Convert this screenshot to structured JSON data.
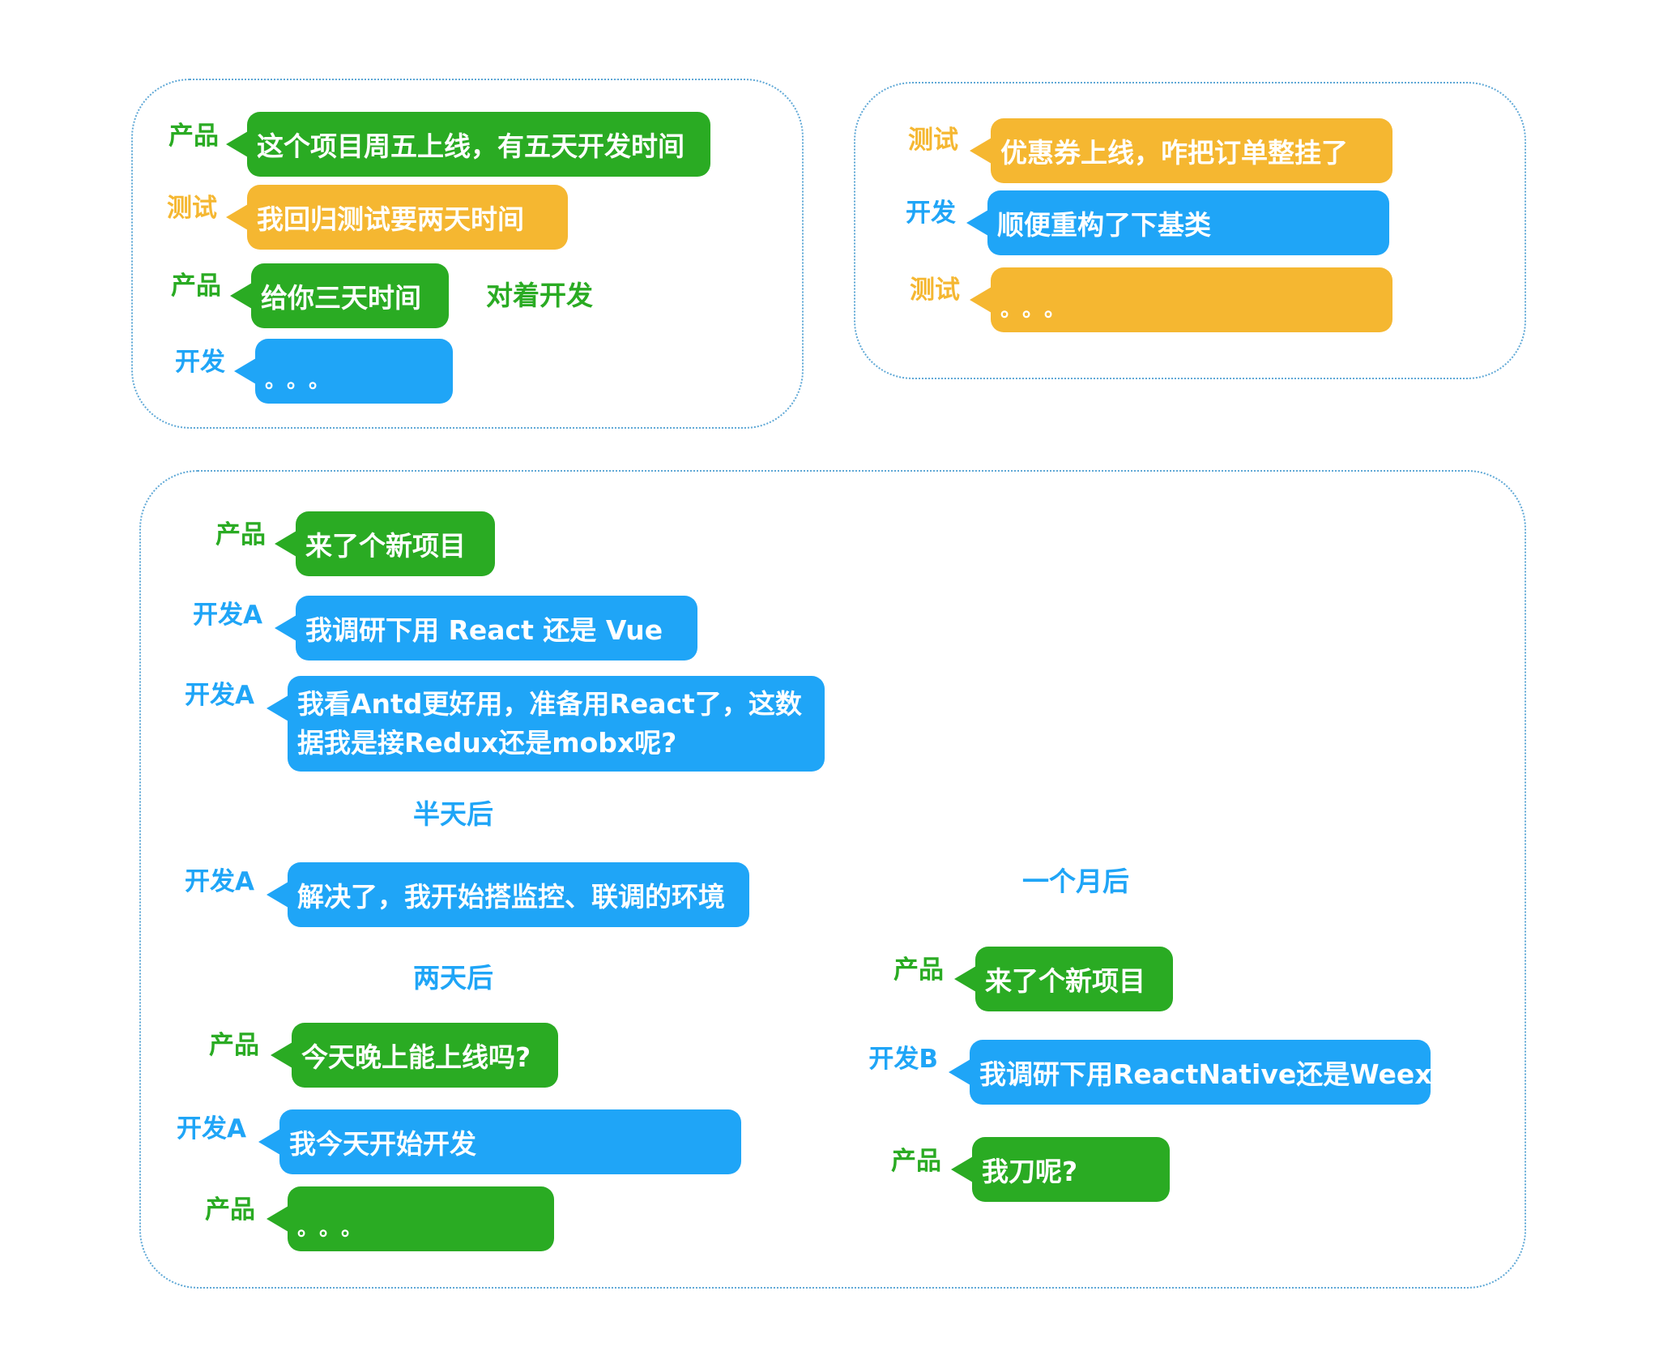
{
  "colors": {
    "product": "#2aab23",
    "tester": "#f5b731",
    "developer": "#1fa5f7",
    "panel_border": "#5fa8d6"
  },
  "panel1": {
    "messages": [
      {
        "speaker": "产品",
        "text": "这个项目周五上线，有五天开发时间"
      },
      {
        "speaker": "测试",
        "text": "我回归测试要两天时间"
      },
      {
        "speaker": "产品",
        "text": "给你三天时间"
      },
      {
        "speaker": "开发",
        "text": "。。。"
      }
    ],
    "note": "对着开发"
  },
  "panel2": {
    "messages": [
      {
        "speaker": "测试",
        "text": "优惠券上线，咋把订单整挂了"
      },
      {
        "speaker": "开发",
        "text": "顺便重构了下基类"
      },
      {
        "speaker": "测试",
        "text": "。。。"
      }
    ]
  },
  "panel3": {
    "left_messages": [
      {
        "speaker": "产品",
        "text": "来了个新项目"
      },
      {
        "speaker": "开发A",
        "text": "我调研下用 React 还是 Vue"
      },
      {
        "speaker": "开发A",
        "text": "我看Antd更好用，准备用React了，这数据我是接Redux还是mobx呢?"
      },
      {
        "speaker": "开发A",
        "text": "解决了，我开始搭监控、联调的环境"
      },
      {
        "speaker": "产品",
        "text": "今天晚上能上线吗?"
      },
      {
        "speaker": "开发A",
        "text": "我今天开始开发"
      },
      {
        "speaker": "产品",
        "text": "。。。"
      }
    ],
    "right_messages": [
      {
        "speaker": "产品",
        "text": "来了个新项目"
      },
      {
        "speaker": "开发B",
        "text": "我调研下用ReactNative还是Weex"
      },
      {
        "speaker": "产品",
        "text": "我刀呢?"
      }
    ],
    "notes": {
      "half_day_later": "半天后",
      "two_days_later": "两天后",
      "one_month_later": "一个月后"
    }
  }
}
